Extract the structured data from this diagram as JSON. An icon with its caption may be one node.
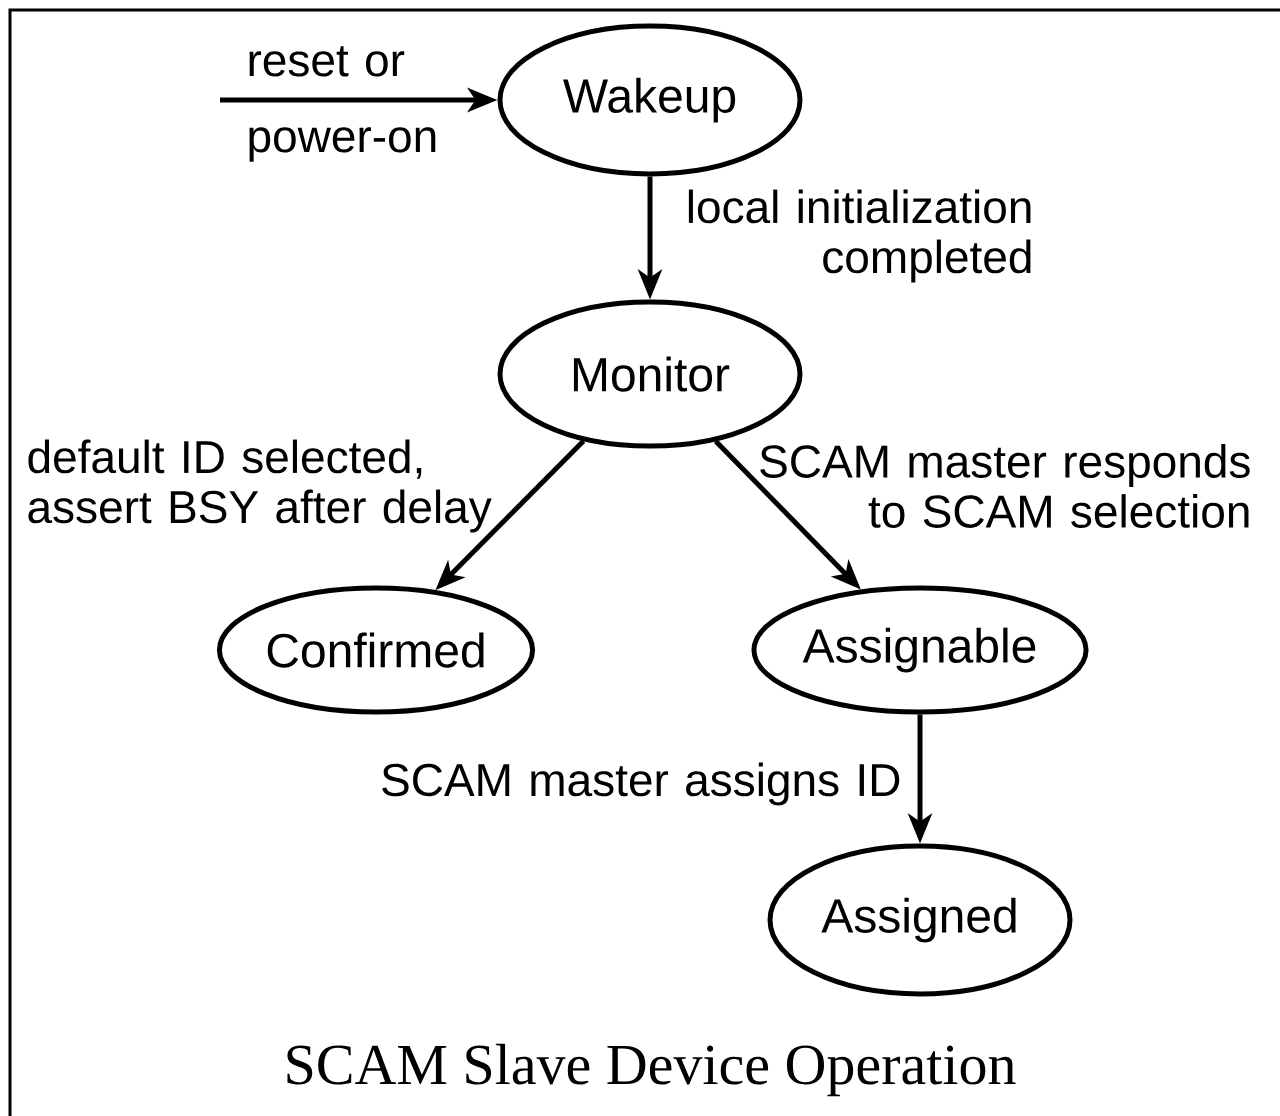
{
  "diagram": {
    "caption": "SCAM Slave Device Operation",
    "nodes": [
      {
        "text": [
          "Wakeup"
        ]
      },
      {
        "text": [
          "Monitor"
        ]
      },
      {
        "text": [
          "Confirmed"
        ]
      },
      {
        "text": [
          "Assignable"
        ]
      },
      {
        "text": [
          "Assigned"
        ]
      }
    ],
    "edges": [
      {
        "from": null,
        "to": 0,
        "arrow": "to",
        "label": "reset or power-on"
      },
      {
        "from": 0,
        "to": 1,
        "arrow": "to",
        "label": "local initialization completed"
      },
      {
        "from": 1,
        "to": 2,
        "arrow": "to",
        "label": "default ID selected, assert BSY after delay"
      },
      {
        "from": 1,
        "to": 3,
        "arrow": "to",
        "label": "SCAM master responds to SCAM selection"
      },
      {
        "from": 3,
        "to": 4,
        "arrow": "to",
        "label": "SCAM master assigns ID"
      }
    ]
  }
}
